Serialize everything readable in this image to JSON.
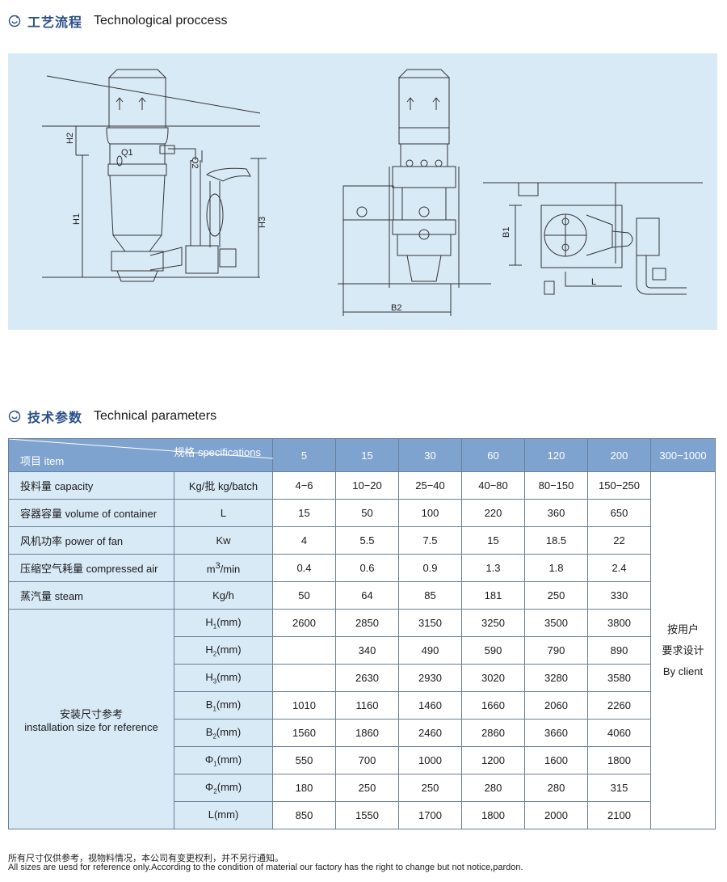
{
  "process_section": {
    "title_cn": "工艺流程",
    "title_en": "Technological proccess"
  },
  "diagram_labels": {
    "h1": "H1",
    "h2": "H2",
    "h3": "H3",
    "q1": "Q1",
    "q2": "Q2",
    "b1": "B1",
    "b2": "B2",
    "l": "L"
  },
  "params_section": {
    "title_cn": "技术参数",
    "title_en": "Technical parameters"
  },
  "table": {
    "spec_header": "规格 specifications",
    "item_header": "项目 item",
    "spec_columns": [
      "5",
      "15",
      "30",
      "60",
      "120",
      "200",
      "300−1000"
    ],
    "rows": [
      {
        "label": "投料量 capacity",
        "unit": "Kg/批 kg/batch",
        "values": [
          "4−6",
          "10−20",
          "25−40",
          "40−80",
          "80−150",
          "150−250"
        ]
      },
      {
        "label": "容器容量 volume of container",
        "unit": "L",
        "values": [
          "15",
          "50",
          "100",
          "220",
          "360",
          "650"
        ]
      },
      {
        "label": "风机功率 power of fan",
        "unit": "Kw",
        "values": [
          "4",
          "5.5",
          "7.5",
          "15",
          "18.5",
          "22"
        ]
      },
      {
        "label": "压缩空气耗量 compressed air",
        "unit_main": "m",
        "unit_sup": "3",
        "unit_rest": "/min",
        "values": [
          "0.4",
          "0.6",
          "0.9",
          "1.3",
          "1.8",
          "2.4"
        ]
      }
    ],
    "steam_row": {
      "label": "蒸汽量 steam",
      "unit": "Kg/h",
      "values": [
        "50",
        "64",
        "85",
        "181",
        "250",
        "330"
      ]
    },
    "install_label_cn": "安装尺寸参考",
    "install_label_en": "installation size for reference",
    "install_rows": [
      {
        "p": "H",
        "s": "1",
        "u": "(mm)",
        "values": [
          "2600",
          "2850",
          "3150",
          "3250",
          "3500",
          "3800"
        ]
      },
      {
        "p": "H",
        "s": "2",
        "u": "(mm)",
        "values": [
          "",
          "340",
          "490",
          "590",
          "790",
          "890"
        ]
      },
      {
        "p": "H",
        "s": "3",
        "u": "(mm)",
        "values": [
          "",
          "2630",
          "2930",
          "3020",
          "3280",
          "3580"
        ]
      },
      {
        "p": "B",
        "s": "1",
        "u": "(mm)",
        "values": [
          "1010",
          "1160",
          "1460",
          "1660",
          "2060",
          "2260"
        ]
      },
      {
        "p": "B",
        "s": "2",
        "u": "(mm)",
        "values": [
          "1560",
          "1860",
          "2460",
          "2860",
          "3660",
          "4060"
        ]
      },
      {
        "p": "Φ",
        "s": "1",
        "u": "(mm)",
        "values": [
          "550",
          "700",
          "1000",
          "1200",
          "1600",
          "1800"
        ]
      },
      {
        "p": "Φ",
        "s": "2",
        "u": "(mm)",
        "values": [
          "180",
          "250",
          "250",
          "280",
          "280",
          "315"
        ]
      },
      {
        "p": "L",
        "s": "",
        "u": "(mm)",
        "values": [
          "850",
          "1550",
          "1700",
          "1800",
          "2000",
          "2100"
        ]
      }
    ],
    "client_lines": [
      "按用户",
      "要求设计",
      "By client"
    ]
  },
  "footer": {
    "cn": "所有尺寸仅供参考，视物料情况，本公司有变更权利，并不另行通知。",
    "en": "All sizes are uesd for reference only.According to the condition of material our factory has the right to change but not notice,pardon."
  }
}
